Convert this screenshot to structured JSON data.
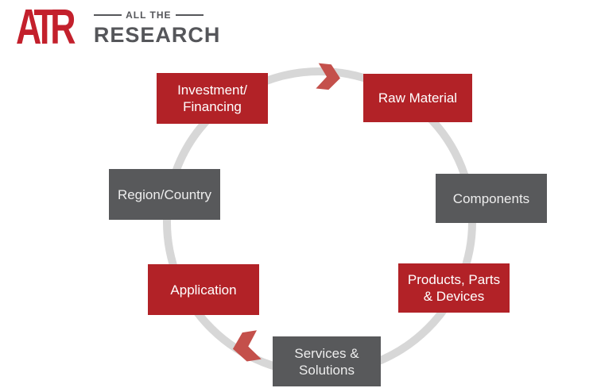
{
  "logo": {
    "letters": "ATR",
    "tagline": "ALL THE",
    "name": "RESEARCH"
  },
  "colors": {
    "node_red": "#B22227",
    "node_gray": "#58595B",
    "ring_gray": "#D7D7D7",
    "arrow_red": "#C4504B",
    "logo_red": "#C3202C",
    "logo_gray": "#55565A"
  },
  "diagram": {
    "type": "cycle",
    "direction": "clockwise",
    "nodes": [
      {
        "id": "investment-financing",
        "label": "Investment/\nFinancing",
        "color": "red"
      },
      {
        "id": "raw-material",
        "label": "Raw Material",
        "color": "red"
      },
      {
        "id": "components",
        "label": "Components",
        "color": "gray"
      },
      {
        "id": "products-parts-devices",
        "label": "Products, Parts\n& Devices",
        "color": "red"
      },
      {
        "id": "services-solutions",
        "label": "Services &\nSolutions",
        "color": "gray"
      },
      {
        "id": "application",
        "label": "Application",
        "color": "red"
      },
      {
        "id": "region-country",
        "label": "Region/Country",
        "color": "gray"
      }
    ],
    "arrows": [
      "top-clockwise",
      "bottom-clockwise"
    ]
  }
}
